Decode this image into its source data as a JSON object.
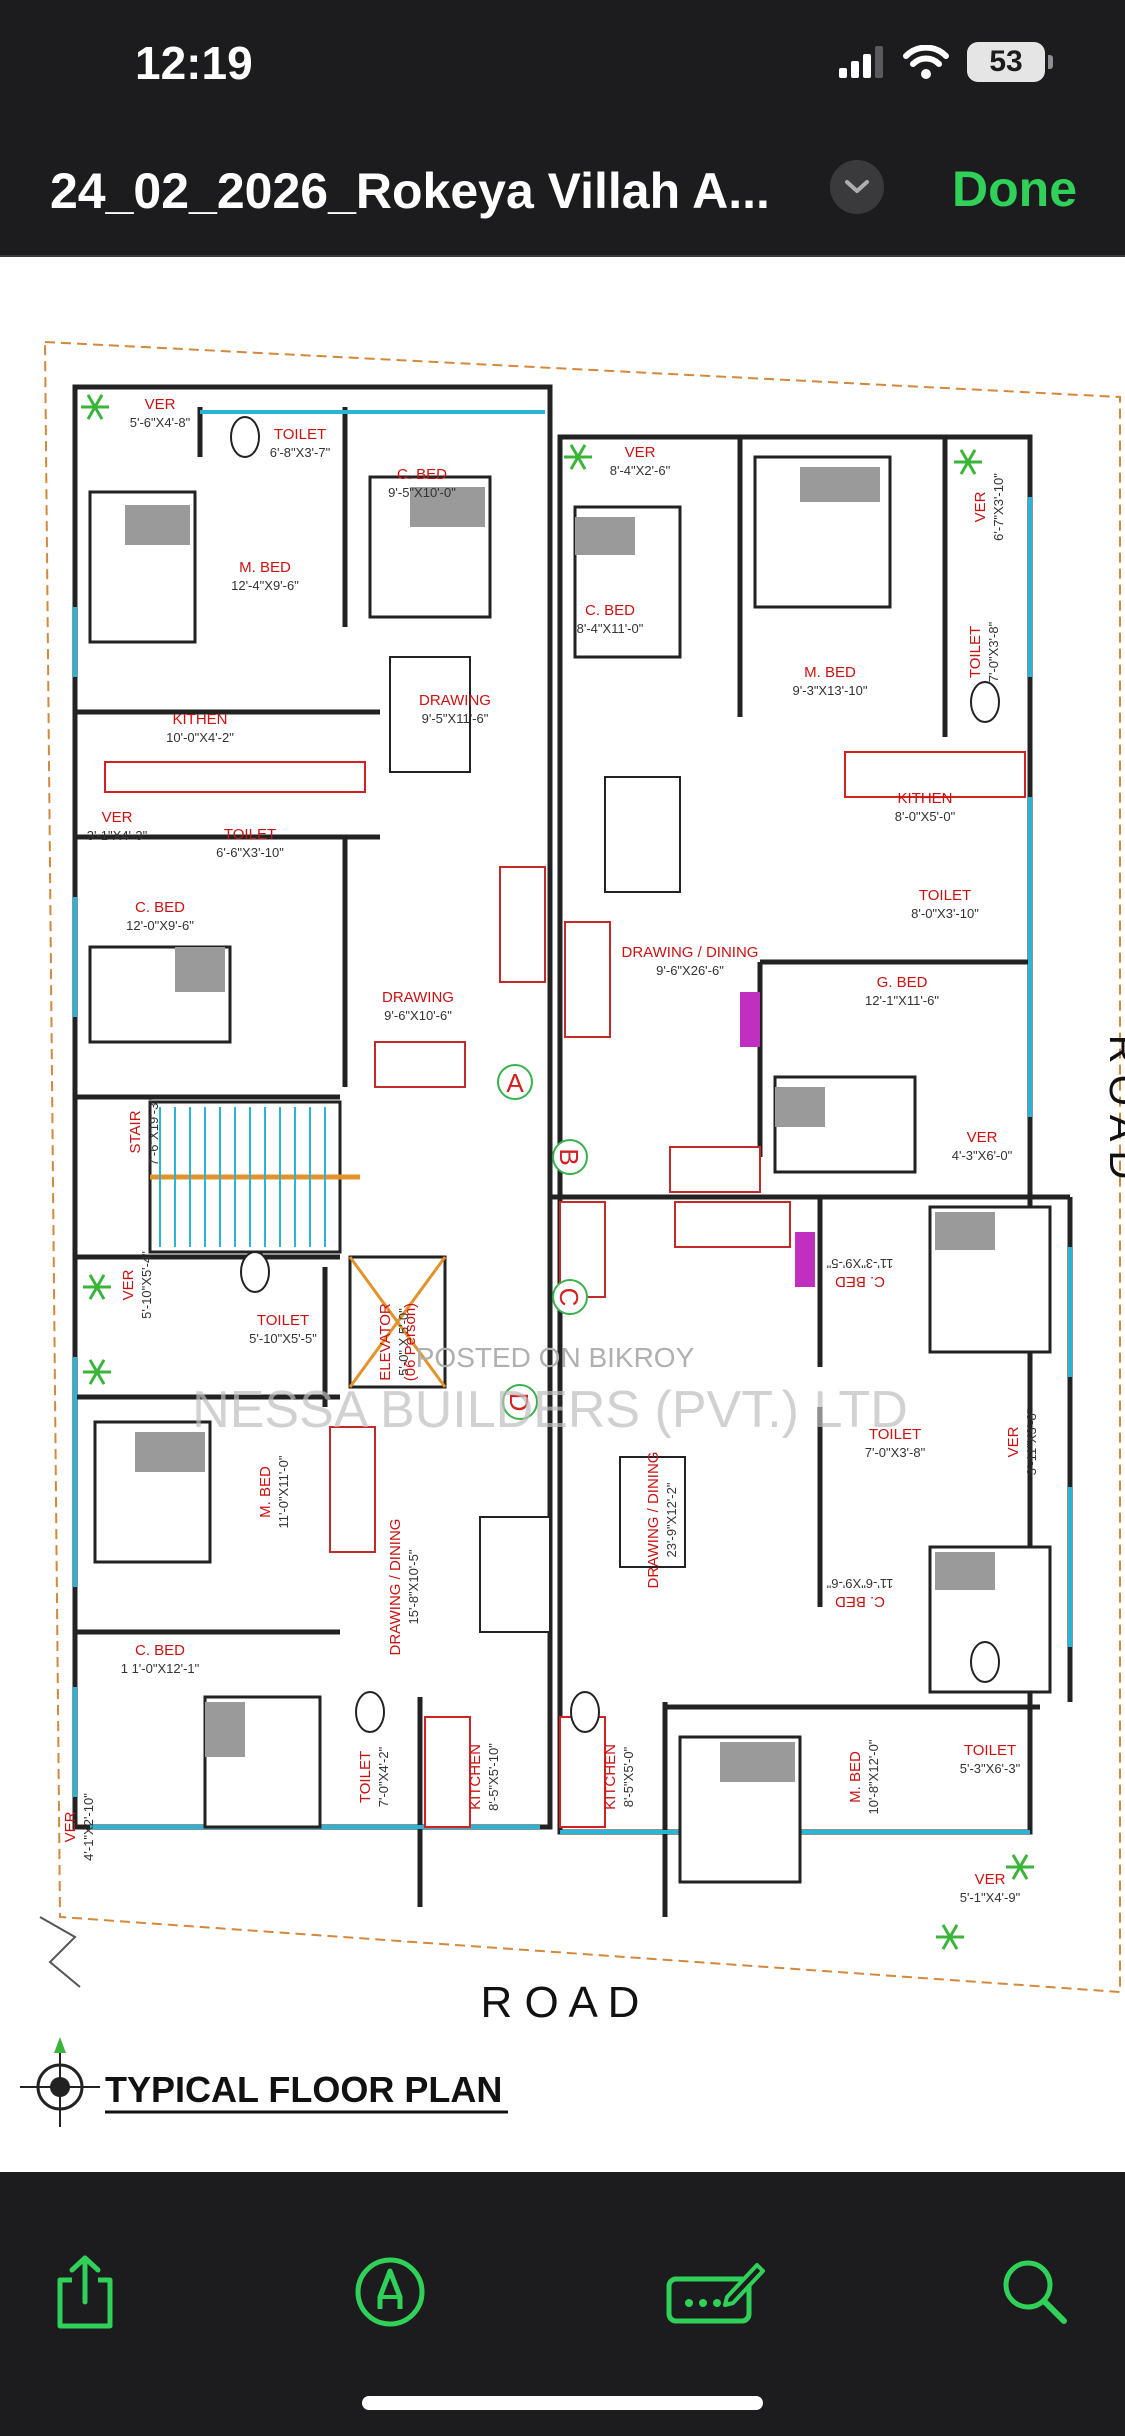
{
  "status": {
    "time": "12:19",
    "battery": "53"
  },
  "nav": {
    "title": "24_02_2026_Rokeya Villah A...",
    "done": "Done"
  },
  "plan": {
    "heading": "TYPICAL FLOOR PLAN",
    "road_bottom": "R O A D",
    "road_right": "R O A D",
    "watermark_1": "POSTED ON BIKROY",
    "watermark_2": "NESSA BUILDERS (PVT.) LTD",
    "markers": [
      "A",
      "B",
      "C",
      "D"
    ],
    "rooms": [
      {
        "name": "VER",
        "size": "5'-6\"X4'-8\""
      },
      {
        "name": "TOILET",
        "size": "6'-8\"X3'-7\""
      },
      {
        "name": "C. BED",
        "size": "9'-5\"X10'-0\""
      },
      {
        "name": "M. BED",
        "size": "12'-4\"X9'-6\""
      },
      {
        "name": "DRAWING",
        "size": "9'-5\"X11'-6\""
      },
      {
        "name": "KITHEN",
        "size": "10'-0\"X4'-2\""
      },
      {
        "name": "VER",
        "size": "3'-1\"X4'-3\""
      },
      {
        "name": "TOILET",
        "size": "6'-6\"X3'-10\""
      },
      {
        "name": "C. BED",
        "size": "12'-0\"X9'-6\""
      },
      {
        "name": "DRAWING",
        "size": "9'-6\"X10'-6\""
      },
      {
        "name": "VER",
        "size": "8'-4\"X2'-6\""
      },
      {
        "name": "C. BED",
        "size": "8'-4\"X11'-0\""
      },
      {
        "name": "M. BED",
        "size": "9'-3\"X13'-10\""
      },
      {
        "name": "VER",
        "size": "6'-7\"X3'-10\""
      },
      {
        "name": "TOILET",
        "size": "7'-0\"X3'-8\""
      },
      {
        "name": "KITHEN",
        "size": "8'-0\"X5'-0\""
      },
      {
        "name": "TOILET",
        "size": "8'-0\"X3'-10\""
      },
      {
        "name": "DRAWING / DINING",
        "size": "9'-6\"X26'-6\""
      },
      {
        "name": "G. BED",
        "size": "12'-1\"X11'-6\""
      },
      {
        "name": "VER",
        "size": "4'-3\"X6'-0\""
      },
      {
        "name": "STAIR",
        "size": "7'-6\"X19'-3\""
      },
      {
        "name": "VER",
        "size": "5'-10\"X5'-4\""
      },
      {
        "name": "TOILET",
        "size": "5'-10\"X5'-5\""
      },
      {
        "name": "ELEVATOR",
        "size": "5'-0\" X 5'-0\""
      },
      {
        "name": "(06 Person)",
        "size": ""
      },
      {
        "name": "M. BED",
        "size": "11'-0\"X11'-0\""
      },
      {
        "name": "DRAWING / DINING",
        "size": "15'-8\"X10'-5\""
      },
      {
        "name": "C. BED",
        "size": "1 1'-0\"X12'-1\""
      },
      {
        "name": "TOILET",
        "size": "7'-0\"X4'-2\""
      },
      {
        "name": "KITCHEN",
        "size": "8'-5\"X5'-10\""
      },
      {
        "name": "VER",
        "size": "4'-1\"X2'-10\""
      },
      {
        "name": "C. BED",
        "size": "11'-3\"X9'-5\""
      },
      {
        "name": "TOILET",
        "size": "7'-0\"X3'-8\""
      },
      {
        "name": "VER",
        "size": "3'-11\"X3'-8\""
      },
      {
        "name": "DRAWING / DINING",
        "size": "23'-9\"X12'-2\""
      },
      {
        "name": "C. BED",
        "size": "11'-6\"X9'-6\""
      },
      {
        "name": "KITCHEN",
        "size": "8'-5\"X5'-0\""
      },
      {
        "name": "M. BED",
        "size": "10'-8\"X12'-0\""
      },
      {
        "name": "TOILET",
        "size": "5'-3\"X6'-3\""
      },
      {
        "name": "VER",
        "size": "5'-1\"X4'-9\""
      }
    ]
  },
  "toolbar": {
    "icons": [
      "share-icon",
      "markup-icon",
      "signature-icon",
      "search-icon"
    ],
    "accent": "#30d158"
  },
  "colors": {
    "wall": "#222222",
    "label": "#cc1111",
    "window": "#29b6d6",
    "boundary": "#d4883a"
  }
}
